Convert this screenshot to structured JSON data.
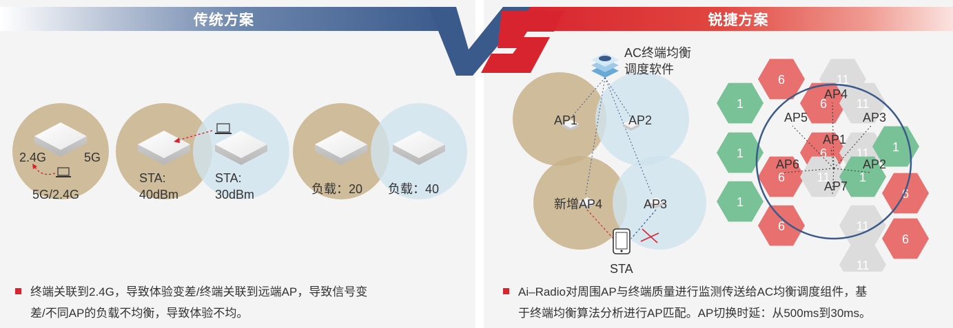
{
  "headers": {
    "left": "传统方案",
    "right": "锐捷方案"
  },
  "vs_logo": "VS",
  "colors": {
    "navy": "#3b5a8c",
    "red": "#d8242f",
    "tan": "#c8b189",
    "lightblue": "#cfe3ee",
    "hex_red": "#e8706e",
    "hex_green": "#79c196",
    "hex_gray": "#dcdcdc"
  },
  "left": {
    "scene1": {
      "band1": "2.4G",
      "band2": "5G",
      "client": "5G/2.4G"
    },
    "scene2": {
      "sta_label": "STA:",
      "sta_value_near": "40dBm",
      "sta_value_far": "30dBm"
    },
    "scene3": {
      "load1": "负载：20",
      "load2": "负载：40"
    },
    "bullet": [
      "终端关联到2.4G，导致体验变差/终端关联到远端AP，导致信号变",
      "差/不同AP的负载不均衡，导致体验不均。"
    ]
  },
  "right": {
    "software_label": [
      "AC终端均衡",
      "调度软件"
    ],
    "aps": [
      "AP1",
      "AP2",
      "新增AP4",
      "AP3"
    ],
    "sta": "STA",
    "hex_grid": {
      "aps": [
        "AP4",
        "AP5",
        "AP3",
        "AP1",
        "AP6",
        "AP2",
        "AP7"
      ],
      "channels": [
        "6",
        "11",
        "1",
        "6",
        "11",
        "1",
        "6",
        "11",
        "1",
        "6",
        "11",
        "1",
        "6",
        "1",
        "6",
        "11"
      ]
    },
    "bullet": [
      "Ai–Radio对周围AP与终端质量进行监测传送给AC均衡调度组件，基",
      "于终端均衡算法分析进行AP匹配。AP切换时延：从500ms到30ms。"
    ]
  }
}
